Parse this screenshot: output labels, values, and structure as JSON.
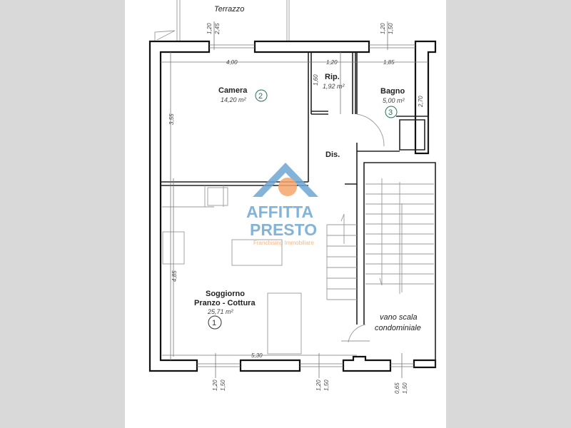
{
  "plan": {
    "terrace_label": "Terrazzo",
    "rooms": [
      {
        "number": "1",
        "name": "Soggiorno",
        "name2": "Pranzo - Cottura",
        "area": "25,71 m²"
      },
      {
        "number": "2",
        "name": "Camera",
        "area": "14,20 m²"
      },
      {
        "number": "3",
        "name": "Bagno",
        "area": "5,00 m²"
      },
      {
        "name": "Rip.",
        "area": "1,92 m²"
      },
      {
        "name": "Dis."
      }
    ],
    "stairwell": {
      "line1": "vano scala",
      "line2": "condominiale"
    },
    "dimensions": {
      "camera_width": "4,00",
      "camera_depth": "3,55",
      "rip_width": "1,20",
      "rip_depth": "1,60",
      "bagno_width": "1,85",
      "bagno_depth": "2,70",
      "soggiorno_width": "5,30",
      "soggiorno_depth": "4,85"
    },
    "windows": [
      {
        "w": "1,20",
        "h": "2,45"
      },
      {
        "w": "1,20",
        "h": "1,50"
      },
      {
        "w": "1,20",
        "h": "1,50"
      },
      {
        "w": "1,20",
        "h": "1,50"
      },
      {
        "w": "0,65",
        "h": "1,50"
      }
    ]
  },
  "watermark": {
    "brand1": "AFFITTA",
    "brand2": "PRESTO",
    "tagline": "Franchising Immobiliare",
    "colors": {
      "blue": "#6fa6d2",
      "orange": "#f4a46a"
    }
  },
  "colors": {
    "background": "#d9d9d9",
    "sheet": "#ffffff",
    "room_number": "#2b6e5e"
  }
}
